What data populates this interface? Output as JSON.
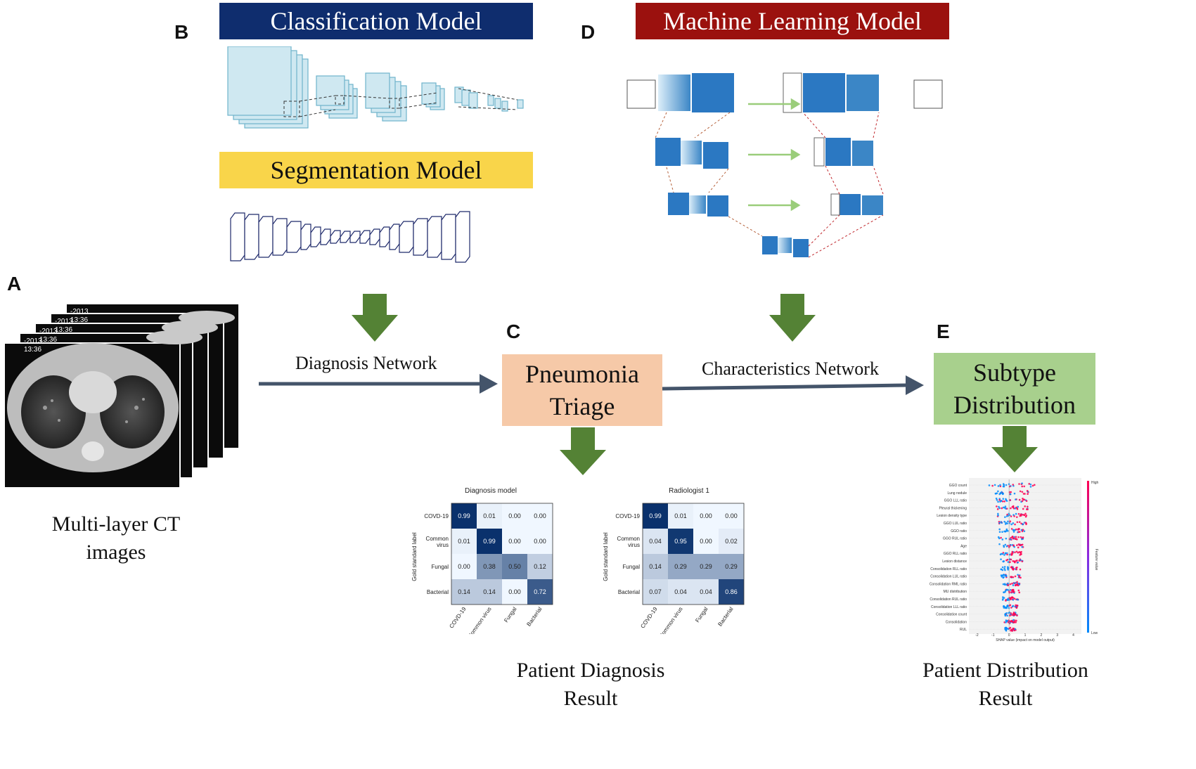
{
  "panels": {
    "a": "A",
    "b": "B",
    "c": "C",
    "d": "D",
    "e": "E"
  },
  "banners": {
    "classification": "Classification Model",
    "segmentation": "Segmentation Model",
    "machine_learning": "Machine Learning Model"
  },
  "boxes": {
    "triage_line1": "Pneumonia",
    "triage_line2": "Triage",
    "subtype_line1": "Subtype",
    "subtype_line2": "Distribution"
  },
  "edges": {
    "diagnosis": "Diagnosis Network",
    "characteristics": "Characteristics Network"
  },
  "captions": {
    "ct_line1": "Multi-layer CT",
    "ct_line2": "images",
    "diagnosis_line1": "Patient Diagnosis",
    "diagnosis_line2": "Result",
    "distribution_line1": "Patient Distribution",
    "distribution_line2": "Result"
  },
  "ct_overlay": {
    "date": "-2013",
    "time": "13:36"
  },
  "colors": {
    "classification_banner": "#0f2d6e",
    "segmentation_banner": "#f9d54a",
    "machine_learning_banner": "#9b110e",
    "triage_box": "#f6c9a8",
    "subtype_box": "#a8d08d",
    "arrow_green": "#548235",
    "arrow_slate": "#44546a"
  },
  "chart_data": [
    {
      "type": "heatmap",
      "title": "Diagnosis model",
      "ylabel": "Gold standard label",
      "rows": [
        "COVD-19",
        "Common virus",
        "Fungal",
        "Bacterial"
      ],
      "columns": [
        "COVD-19",
        "Common virus",
        "Fungal",
        "Bacterial"
      ],
      "values": [
        [
          0.99,
          0.01,
          0.0,
          0.0
        ],
        [
          0.01,
          0.99,
          0.0,
          0.0
        ],
        [
          0.0,
          0.38,
          0.5,
          0.12
        ],
        [
          0.14,
          0.14,
          0.0,
          0.72
        ]
      ]
    },
    {
      "type": "heatmap",
      "title": "Radiologist 1",
      "ylabel": "Gold standard label",
      "rows": [
        "COVD-19",
        "Common virus",
        "Fungal",
        "Bacterial"
      ],
      "columns": [
        "COVD-19",
        "Common virus",
        "Fungal",
        "Bacterial"
      ],
      "values": [
        [
          0.99,
          0.01,
          0.0,
          0.0
        ],
        [
          0.04,
          0.95,
          0.0,
          0.02
        ],
        [
          0.14,
          0.29,
          0.29,
          0.29
        ],
        [
          0.07,
          0.04,
          0.04,
          0.86
        ]
      ]
    },
    {
      "type": "scatter",
      "subtype": "shap-beeswarm",
      "features": [
        "GGO count",
        "Lung nodule",
        "GGO LLL ratio",
        "Pleural thickening",
        "Lesion density type",
        "GGO LUL ratio",
        "GGO ratio",
        "GGO RUL ratio",
        "Age",
        "GGO RLL ratio",
        "Lesion distance",
        "Consolidation RLL ratio",
        "Consolidation LUL ratio",
        "Consolidation RML ratio",
        "MU distribution",
        "Consolidation RUL ratio",
        "Consolidation LLL ratio",
        "Consolidation count",
        "Consolidation",
        "RUL"
      ],
      "xlabel": "SHAP value (impact on model output)",
      "xticks": [
        "-2",
        "-1",
        "0",
        "1",
        "2",
        "3",
        "4"
      ],
      "colorbar_label": "Feature value",
      "colorbar_high": "High",
      "colorbar_low": "Low"
    }
  ]
}
